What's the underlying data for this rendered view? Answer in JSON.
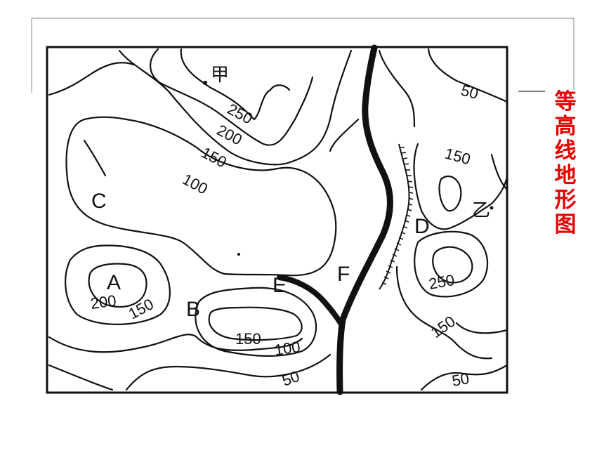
{
  "colors": {
    "title": "#e60000",
    "ink": "#111111",
    "frame": "#9a9a9a"
  },
  "map": {
    "labels": {
      "jia": "甲",
      "yi": "乙",
      "A": "A",
      "B": "B",
      "C": "C",
      "D": "D",
      "E": "E",
      "F": "F"
    },
    "contour_labels": {
      "c250_top": "250",
      "c200_top": "200",
      "c150_top": "150",
      "c100_top": "100",
      "c50_top_right": "50",
      "c150_right": "150",
      "c250_right": "250",
      "c150_lower_right": "150",
      "c50_lower_right": "50",
      "c200_A": "200",
      "c150_A": "150",
      "c150_B": "150",
      "c100_bottom": "100",
      "c50_bottom": "50"
    }
  },
  "title": {
    "chars": [
      "等",
      "高",
      "线",
      "地",
      "形",
      "图"
    ]
  }
}
